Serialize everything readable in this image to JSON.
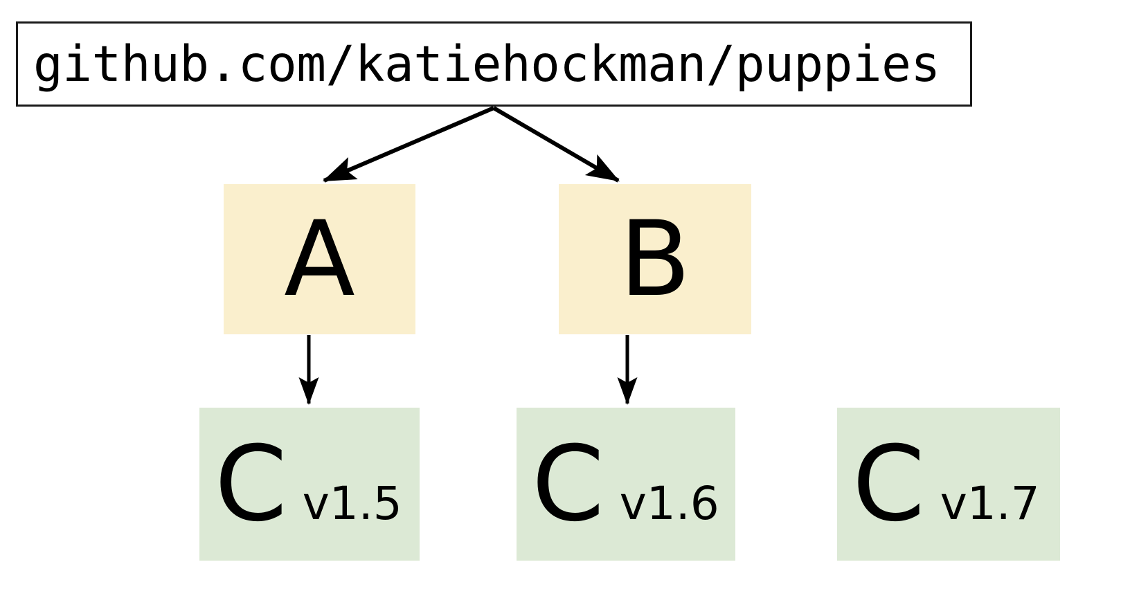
{
  "diagram": {
    "type": "module-dependency-graph",
    "root": {
      "label": "github.com/katiehockman/puppies",
      "shape": "rectangle",
      "fill": "#ffffff",
      "stroke": "#1a1a1a"
    },
    "dependents": [
      {
        "id": "a",
        "label": "A",
        "fill": "#faefcd"
      },
      {
        "id": "b",
        "label": "B",
        "fill": "#faefcd"
      }
    ],
    "dependencies": [
      {
        "id": "c-v15",
        "label": "C",
        "version": "v1.5",
        "fill": "#dce9d5"
      },
      {
        "id": "c-v16",
        "label": "C",
        "version": "v1.6",
        "fill": "#dce9d5"
      },
      {
        "id": "c-v17",
        "label": "C",
        "version": "v1.7",
        "fill": "#dce9d5"
      }
    ],
    "edges": [
      {
        "from": "root",
        "to": "a",
        "style": "arrow"
      },
      {
        "from": "root",
        "to": "b",
        "style": "arrow"
      },
      {
        "from": "a",
        "to": "c-v15",
        "style": "arrow"
      },
      {
        "from": "b",
        "to": "c-v16",
        "style": "arrow"
      }
    ],
    "colors": {
      "edge": "#000000",
      "dependent_fill": "#faefcd",
      "dependency_fill": "#dce9d5",
      "background": "#ffffff"
    }
  }
}
